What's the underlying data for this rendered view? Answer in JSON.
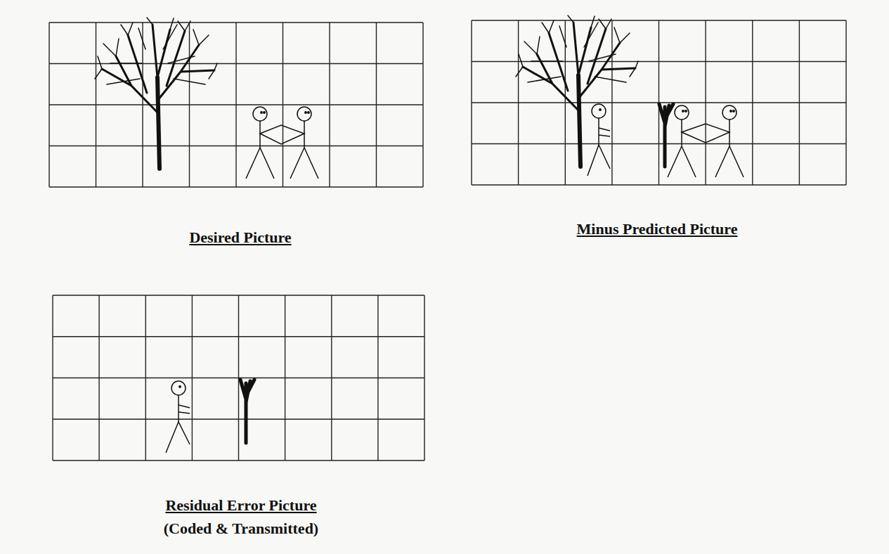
{
  "diagram": {
    "labels": [
      "Desired Picture",
      "Minus Predicted Picture",
      "Residual Error Picture",
      "(Coded & Transmitted)"
    ]
  }
}
